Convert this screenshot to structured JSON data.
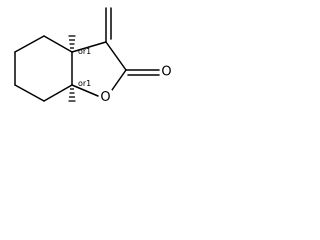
{
  "molecule": {
    "atoms": {
      "ring_oxygen": "O",
      "carbonyl_oxygen": "O"
    },
    "stereo_labels": {
      "c3a": "or1",
      "c7a": "or1"
    }
  }
}
